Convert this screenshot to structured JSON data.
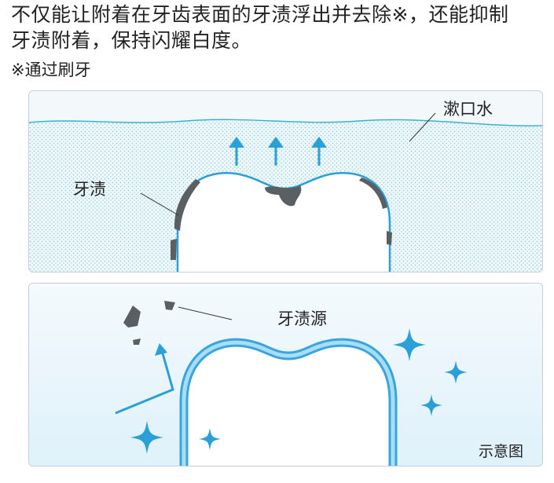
{
  "intro": {
    "line1": "不仅能让附着在牙齿表面的牙渍浮出并去除※，还能抑制",
    "line2": "牙渍附着，保持闪耀白度。",
    "note": "※通过刷牙"
  },
  "panel1": {
    "mouthwash_label": "漱口水",
    "stain_label": "牙渍"
  },
  "panel2": {
    "stain_source_label": "牙渍源",
    "diagram_note": "示意图"
  },
  "colors": {
    "blue": "#2a9fd8",
    "dots": "#9fd6e0",
    "stain": "#5a5f63"
  }
}
